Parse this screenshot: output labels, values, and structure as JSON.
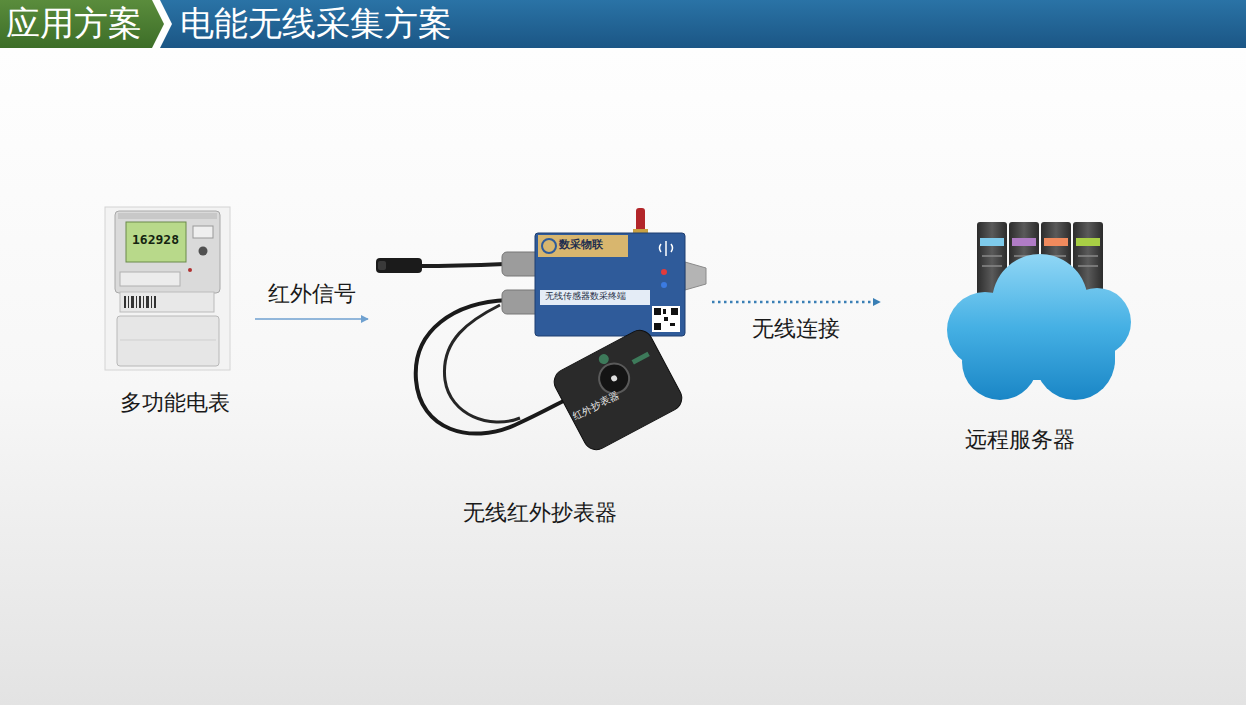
{
  "diagram": {
    "title": "电能无线采集方案",
    "nodes": [
      {
        "text": [
          "多功能电表"
        ]
      },
      {
        "text": [
          "无线红外抄表器"
        ]
      },
      {
        "text": [
          "远程服务器"
        ]
      }
    ],
    "edges": [
      {
        "from": 0,
        "to": 1,
        "arrow": "to",
        "label": "红外信号"
      },
      {
        "from": 1,
        "to": 2,
        "arrow": "to",
        "label": "无线连接"
      }
    ],
    "labels": [
      "应用方案",
      "162928",
      "数采物联",
      "无线传感器数采终端",
      "红外抄表器"
    ]
  }
}
